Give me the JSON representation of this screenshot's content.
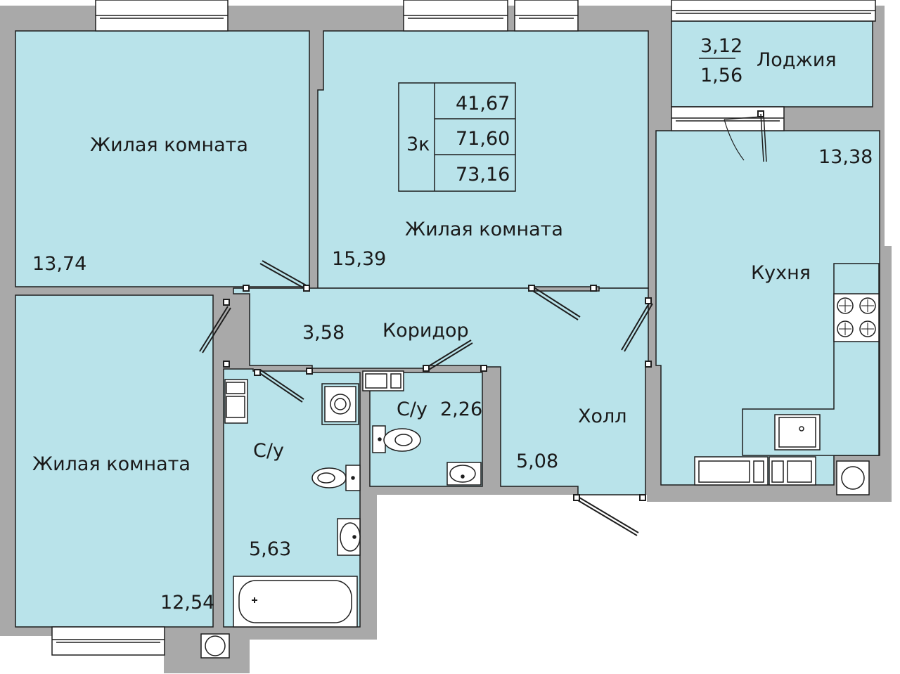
{
  "colors": {
    "wall": "#a9a9a9",
    "floor": "#b9e3ea",
    "line": "#1e1e1e",
    "paper": "#ffffff"
  },
  "summary": {
    "rooms": "3к",
    "living_area": "41,67",
    "total_area": "71,60",
    "total_with_loggia": "73,16"
  },
  "loggia": {
    "label": "Лоджия",
    "area_full": "3,12",
    "area_reduced": "1,56"
  },
  "rooms": {
    "bedroom_nw": {
      "label": "Жилая комната",
      "area": "13,74"
    },
    "bedroom_n": {
      "label": "Жилая комната",
      "area": "15,39"
    },
    "bedroom_sw": {
      "label": "Жилая комната",
      "area": "12,54"
    },
    "kitchen": {
      "label": "Кухня",
      "area": "13,38"
    },
    "corridor": {
      "label": "Коридор",
      "area": "3,58"
    },
    "bathroom_small": {
      "label": "С/у",
      "area": "2,26"
    },
    "bathroom_large": {
      "label": "С/у",
      "area": "5,63"
    },
    "hall": {
      "label": "Холл",
      "area": "5,08"
    }
  }
}
